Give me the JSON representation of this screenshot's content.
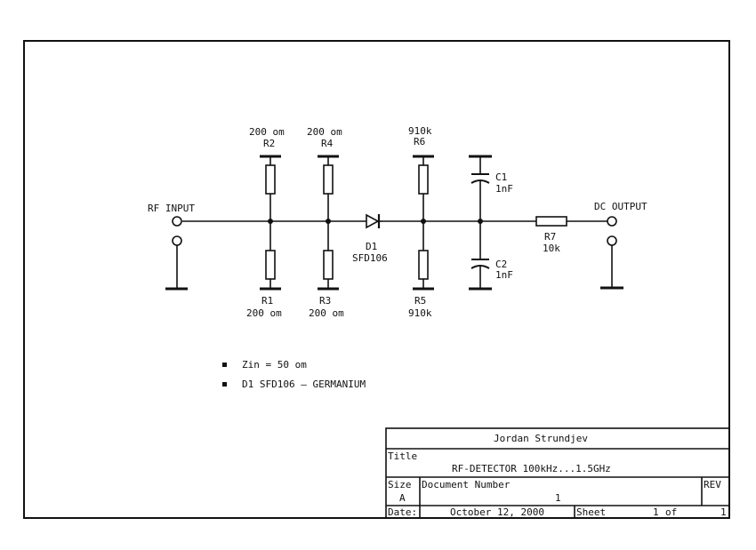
{
  "schematic": {
    "rf_input_label": "RF INPUT",
    "dc_output_label": "DC OUTPUT",
    "components": {
      "r1": {
        "ref": "R1",
        "value": "200 om"
      },
      "r2": {
        "ref": "R2",
        "value": "200 om"
      },
      "r3": {
        "ref": "R3",
        "value": "200 om"
      },
      "r4": {
        "ref": "R4",
        "value": "200 om"
      },
      "r5": {
        "ref": "R5",
        "value": "910k"
      },
      "r6": {
        "ref": "R6",
        "value": "910k"
      },
      "r7": {
        "ref": "R7",
        "value": "10k"
      },
      "c1": {
        "ref": "C1",
        "value": "1nF"
      },
      "c2": {
        "ref": "C2",
        "value": "1nF"
      },
      "d1": {
        "ref": "D1",
        "value": "SFD106"
      }
    }
  },
  "notes": [
    "Zin = 50 om",
    "D1 SFD106 — GERMANIUM"
  ],
  "title_block": {
    "author": "Jordan Strundjev",
    "title_label": "Title",
    "title": "RF-DETECTOR 100kHz...1.5GHz",
    "size_label": "Size",
    "size": "A",
    "doc_number_label": "Document Number",
    "doc_number": "1",
    "rev_label": "REV",
    "date_label": "Date:",
    "date": "October 12, 2000",
    "sheet_label": "Sheet",
    "sheet": "1",
    "of_label": "of",
    "sheet_total": "1"
  }
}
